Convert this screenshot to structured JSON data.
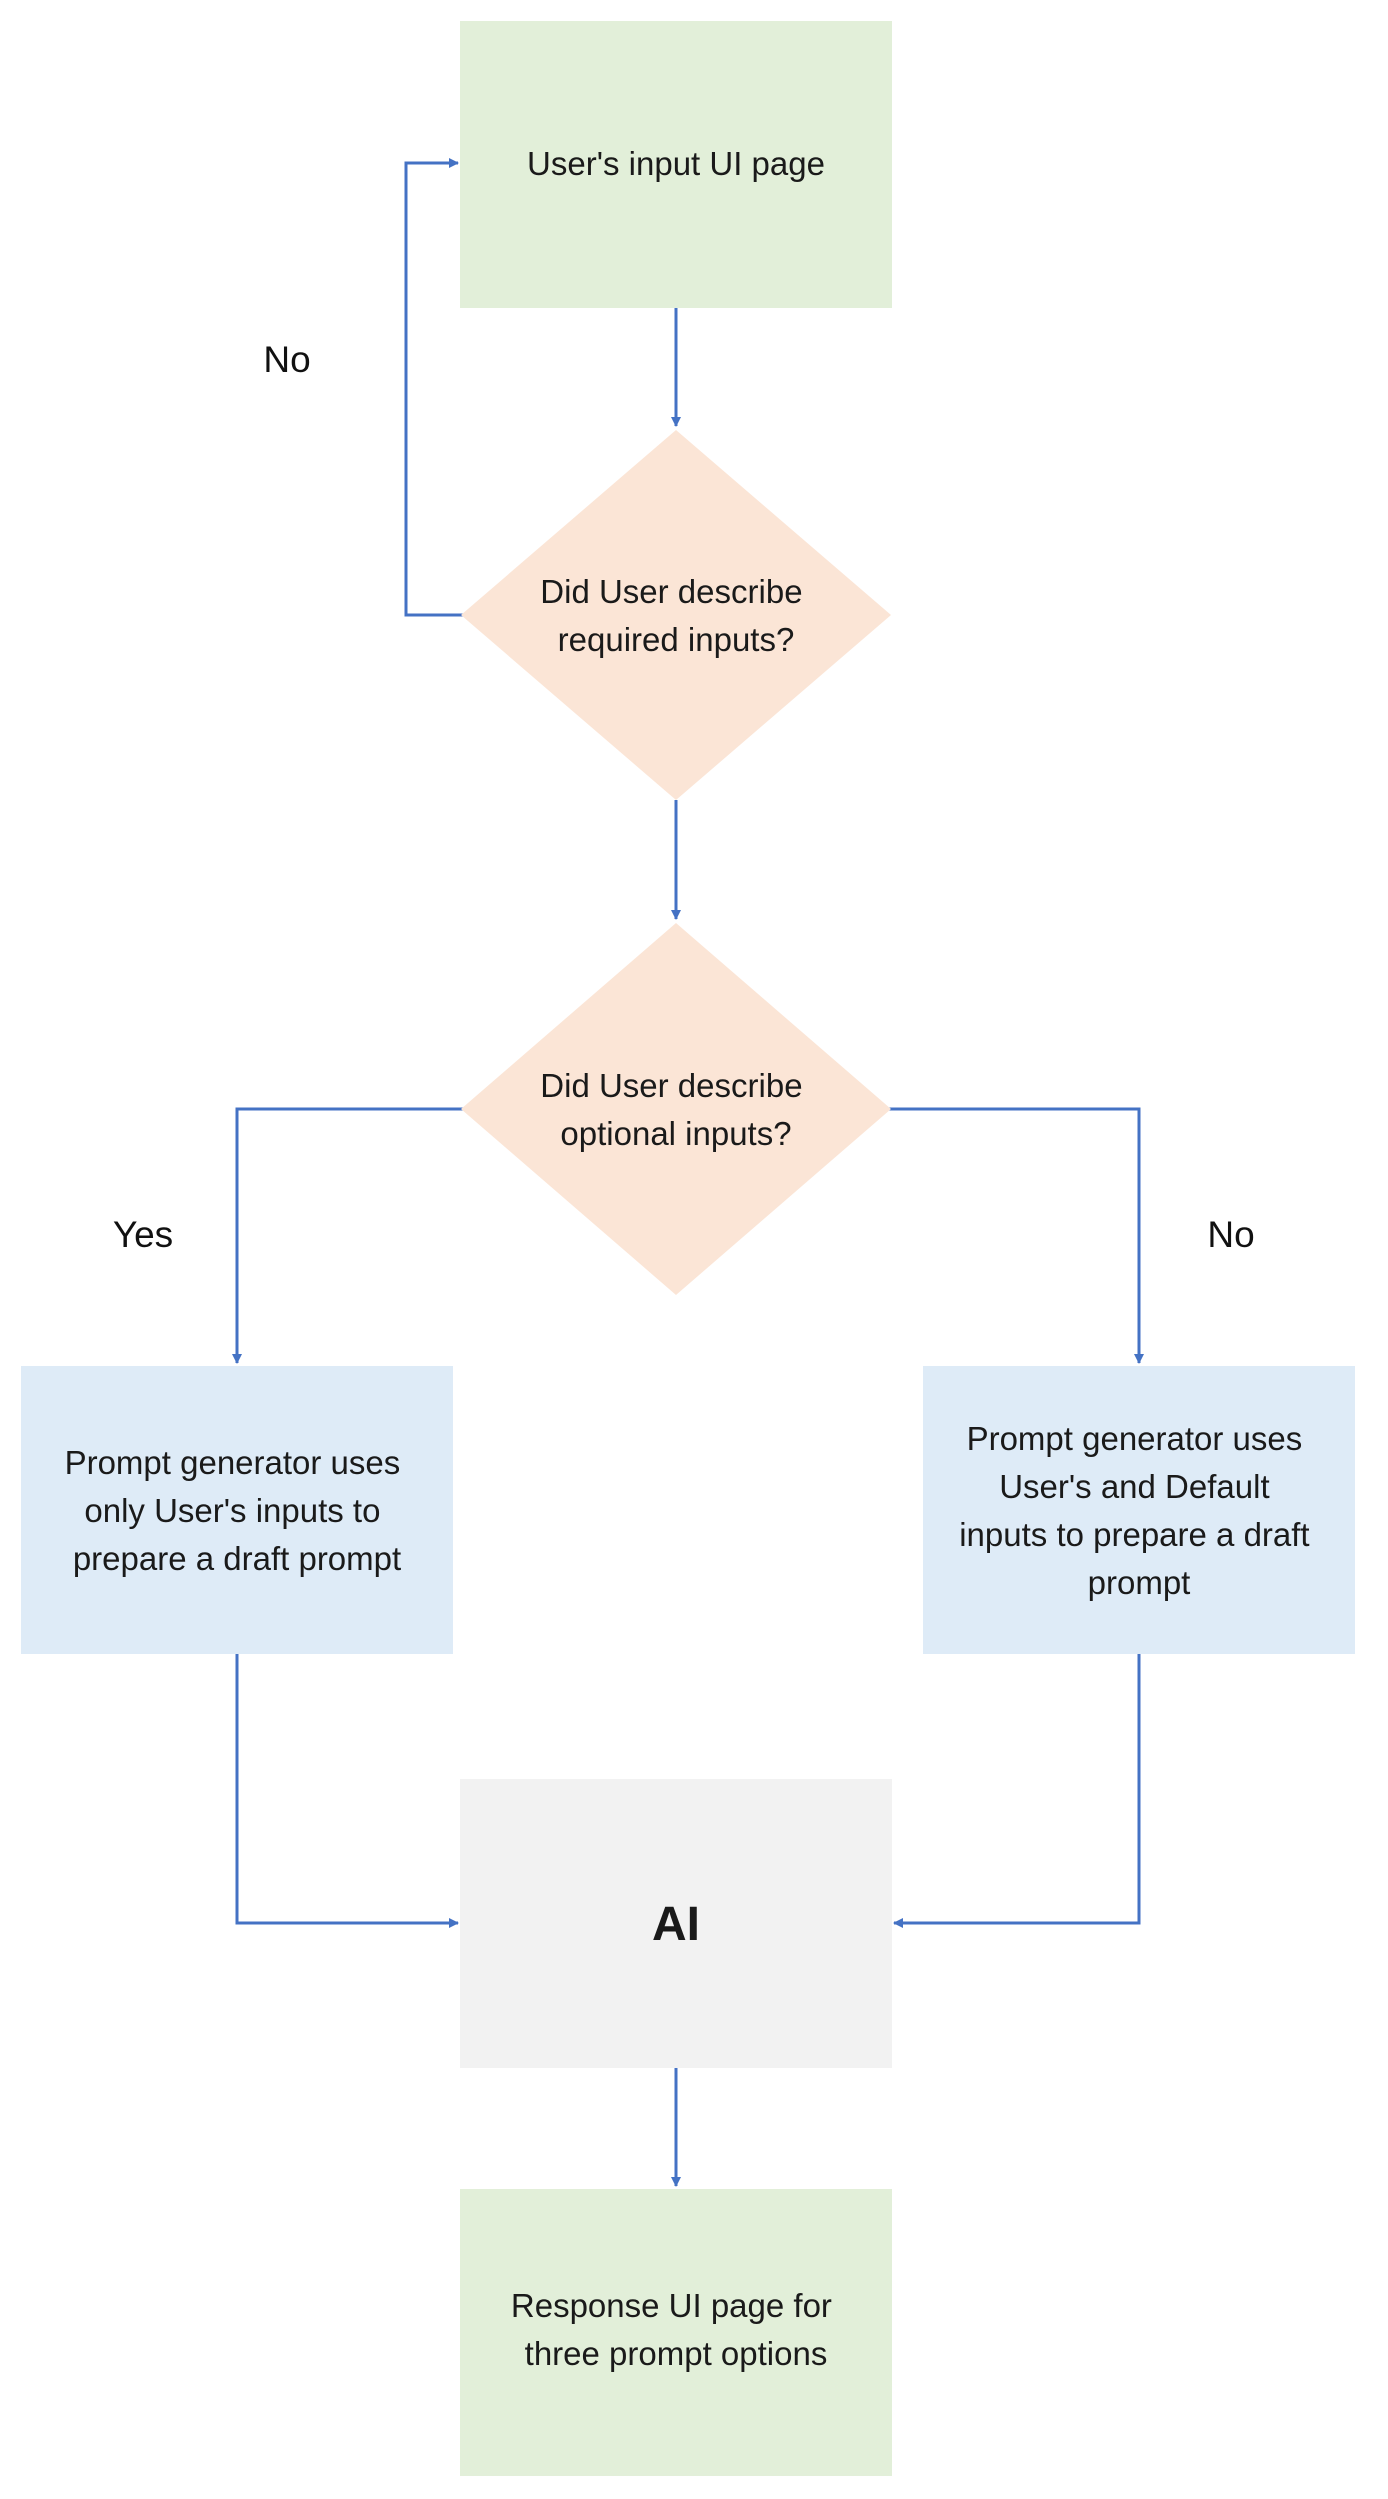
{
  "colors": {
    "terminal_fill": "#e2efd9",
    "decision_fill": "#fbe5d6",
    "process_fill": "#deebf7",
    "ai_fill": "#f2f2f2",
    "connector": "#4472c4"
  },
  "nodes": {
    "input_page": {
      "lines": [
        "User's input UI page"
      ]
    },
    "decision_required": {
      "lines": [
        "Did User describe",
        "required inputs?"
      ]
    },
    "decision_optional": {
      "lines": [
        "Did User describe",
        "optional inputs?"
      ]
    },
    "user_only": {
      "lines": [
        "Prompt generator uses",
        "only User's inputs to",
        "prepare a draft prompt"
      ]
    },
    "user_default": {
      "lines": [
        "Prompt generator uses",
        "User's and Default",
        "inputs to prepare a draft",
        "prompt"
      ]
    },
    "ai": {
      "lines": [
        "AI"
      ]
    },
    "response_page": {
      "lines": [
        "Response UI page for",
        "three prompt options"
      ]
    }
  },
  "edge_labels": {
    "required_no": "No",
    "optional_yes": "Yes",
    "optional_no": "No"
  }
}
